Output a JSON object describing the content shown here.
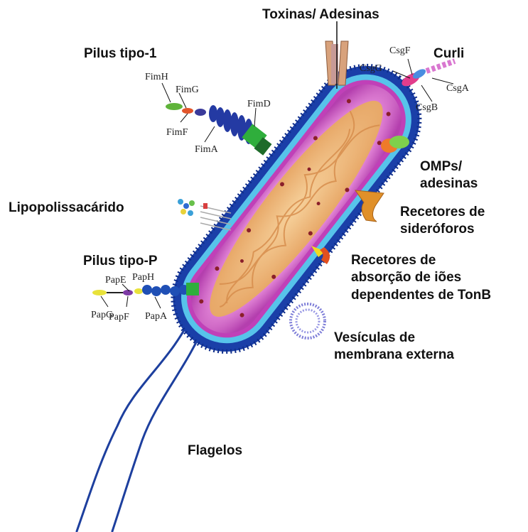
{
  "labels": {
    "toxinas": "Toxinas/ Adesinas",
    "curli": "Curli",
    "pilus1": "Pilus tipo-1",
    "omps_1": "OMPs/",
    "omps_2": "adesinas",
    "lps": "Lipopolissacárido",
    "receptores_sid_1": "Recetores de",
    "receptores_sid_2": "sideróforos",
    "pilusP": "Pilus tipo-P",
    "tonb_1": "Recetores de",
    "tonb_2": "absorção de iões",
    "tonb_3": "dependentes de TonB",
    "vesiculas_1": "Vesículas de",
    "vesiculas_2": "membrana externa",
    "flagelos": "Flagelos"
  },
  "proteins": {
    "fimH": "FimH",
    "fimG": "FimG",
    "fimF": "FimF",
    "fimA": "FimA",
    "fimD": "FimD",
    "papE": "PapE",
    "papH": "PapH",
    "papG": "PapG",
    "papF": "PapF",
    "papA": "PapA",
    "csgF": "CsgF",
    "csgG": "CsgG",
    "csgA": "CsgA",
    "csgB": "CsgB"
  },
  "colors": {
    "outer_membrane": "#1a3fa8",
    "periplasm": "#57c3ea",
    "cytoplasm_edge": "#c040b8",
    "cytoplasm": "#e98fe0",
    "nucleoid": "#f2b97a",
    "flagella": "#1d3f9e"
  }
}
